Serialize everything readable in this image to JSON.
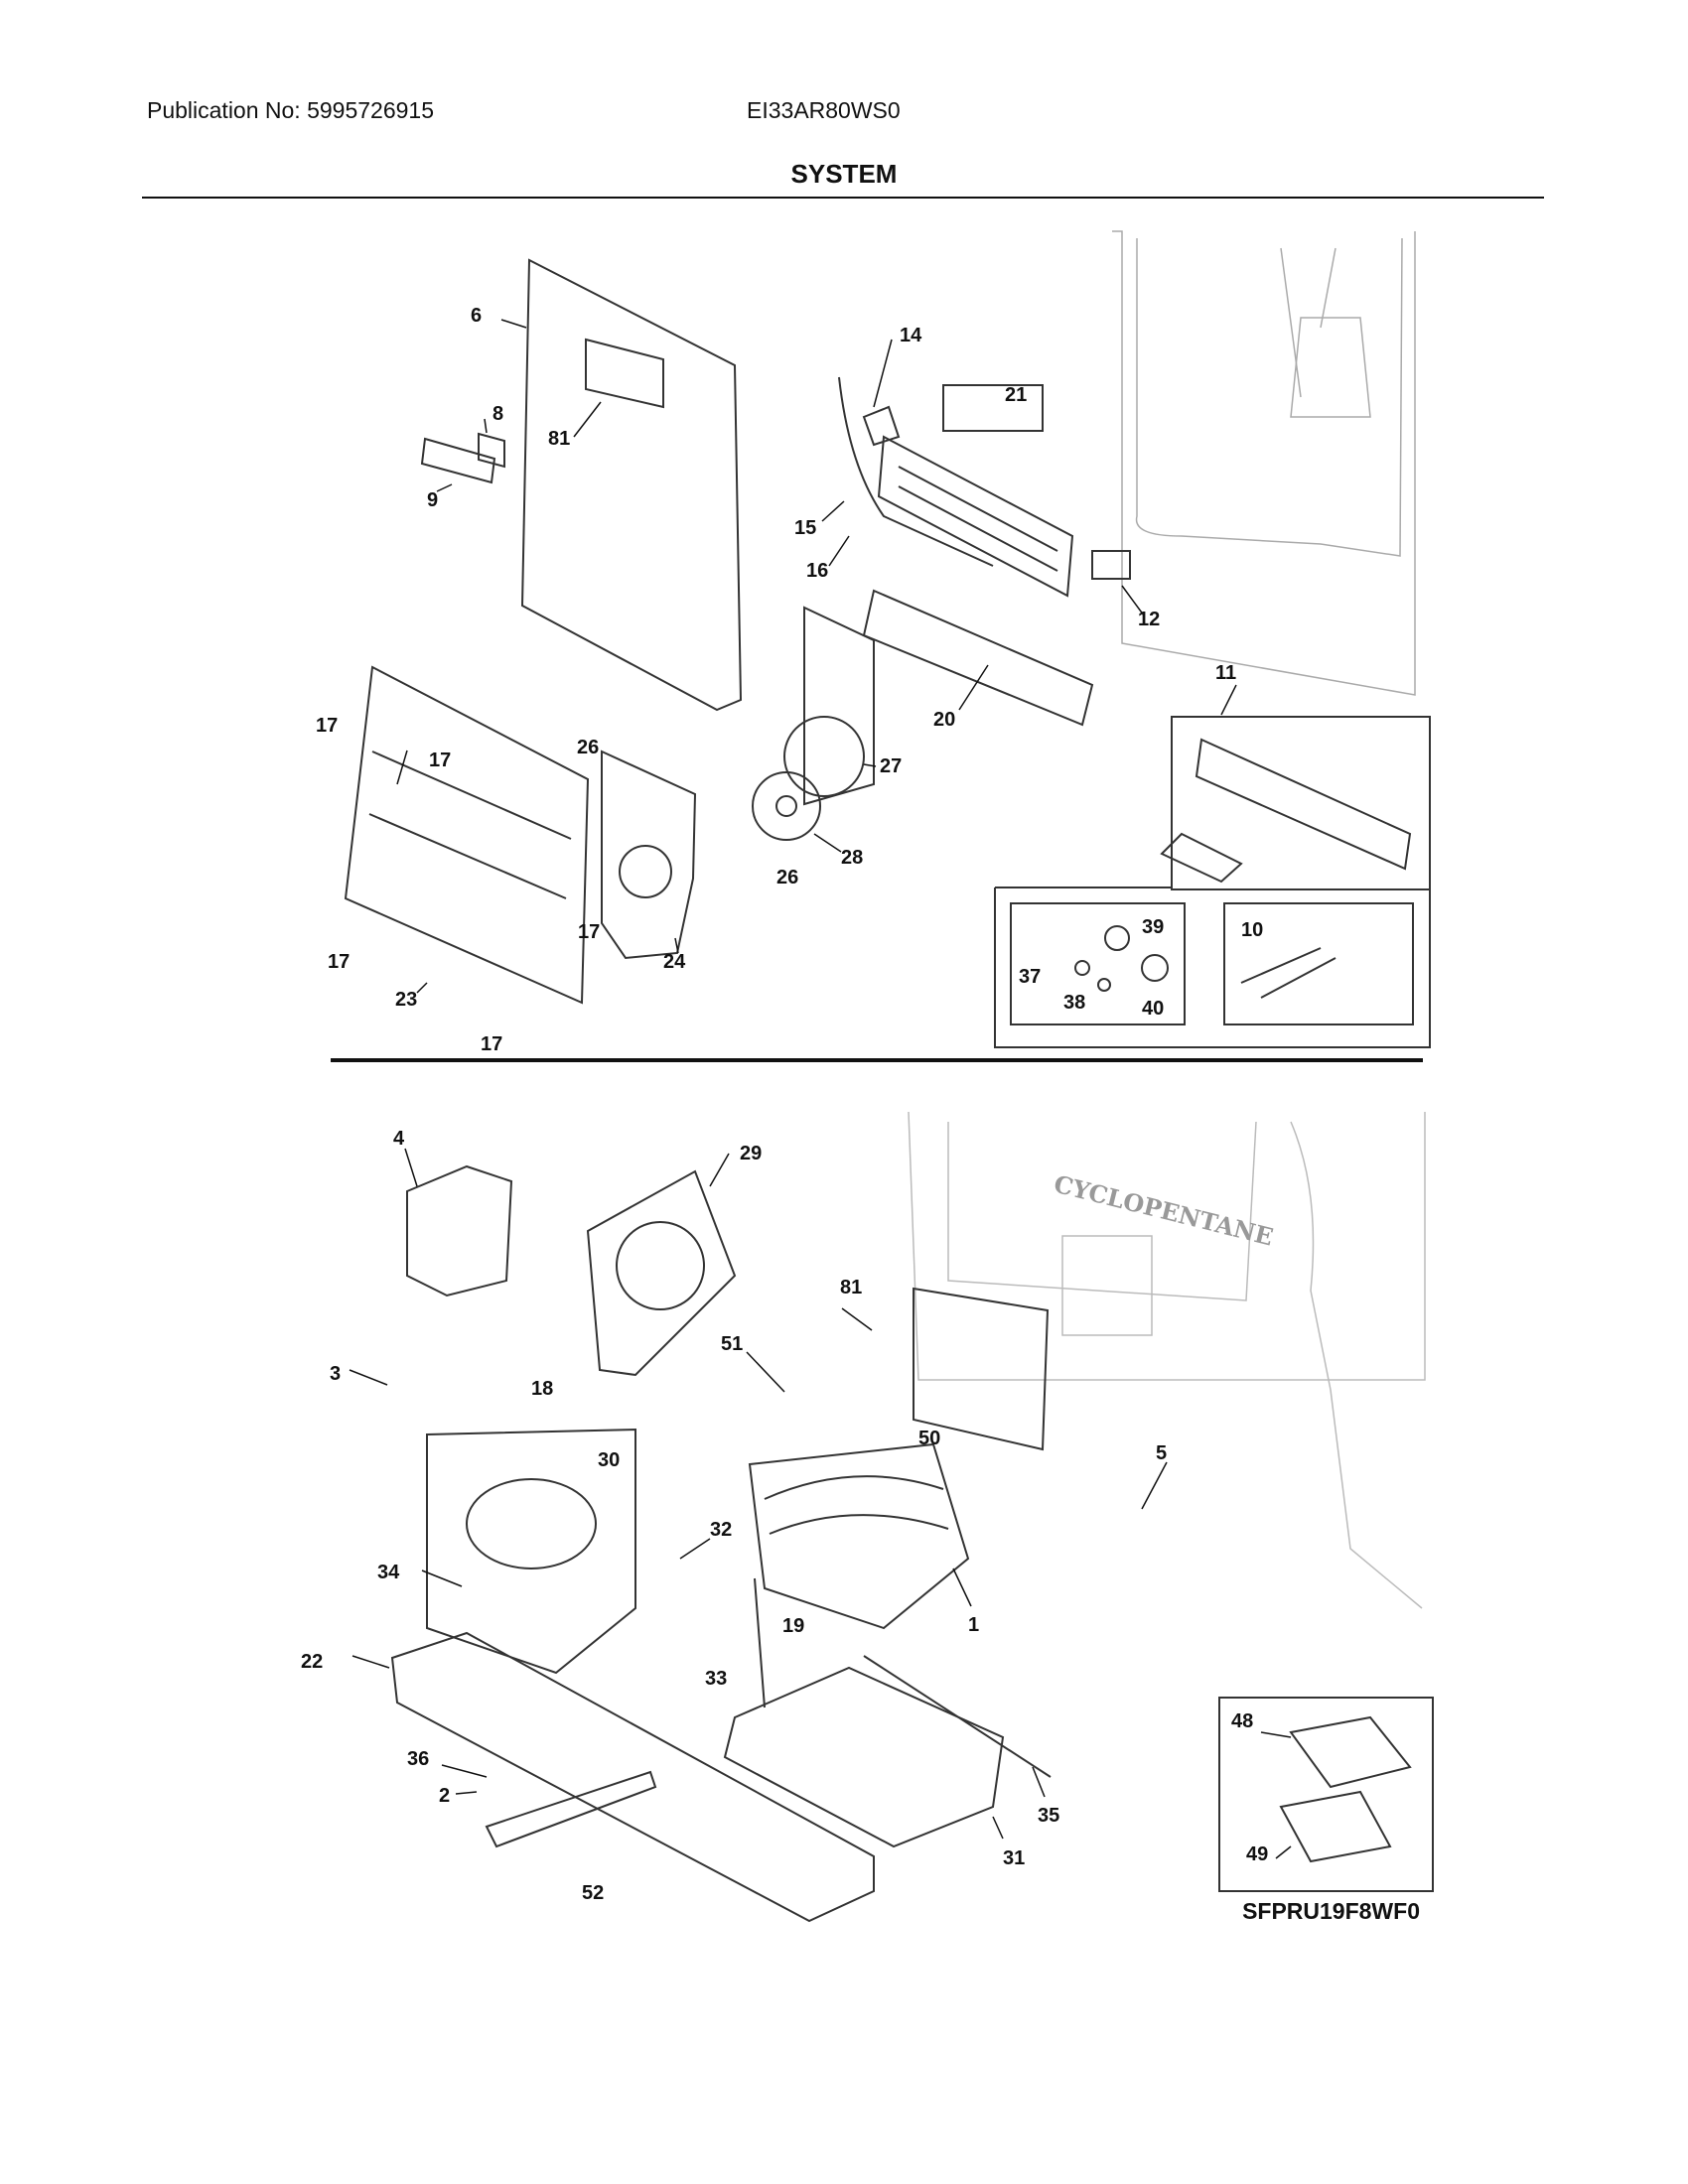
{
  "header": {
    "publication": "Publication No: 5995726915",
    "model": "EI33AR80WS0",
    "title": "SYSTEM"
  },
  "diagram_code": "SFPRU19F8WF0",
  "labels": {
    "p6": "6",
    "p8": "8",
    "p81a": "81",
    "p9": "9",
    "p14": "14",
    "p21": "21",
    "p15": "15",
    "p16": "16",
    "p12": "12",
    "p11": "11",
    "p20": "20",
    "p17a": "17",
    "p17b": "17",
    "p17c": "17",
    "p17d": "17",
    "p17e": "17",
    "p26a": "26",
    "p26b": "26",
    "p27": "27",
    "p28": "28",
    "p24": "24",
    "p23": "23",
    "p39": "39",
    "p37": "37",
    "p38": "38",
    "p40": "40",
    "p10": "10",
    "p4": "4",
    "p29": "29",
    "p3": "3",
    "p18": "18",
    "p81b": "81",
    "p51": "51",
    "p50": "50",
    "p30": "30",
    "p5": "5",
    "p34": "34",
    "p32": "32",
    "p19": "19",
    "p1": "1",
    "p22": "22",
    "p33": "33",
    "p36": "36",
    "p2": "2",
    "p35": "35",
    "p31": "31",
    "p52": "52",
    "p48": "48",
    "p49": "49"
  },
  "embossed_text": "CYCLOPENTANE"
}
